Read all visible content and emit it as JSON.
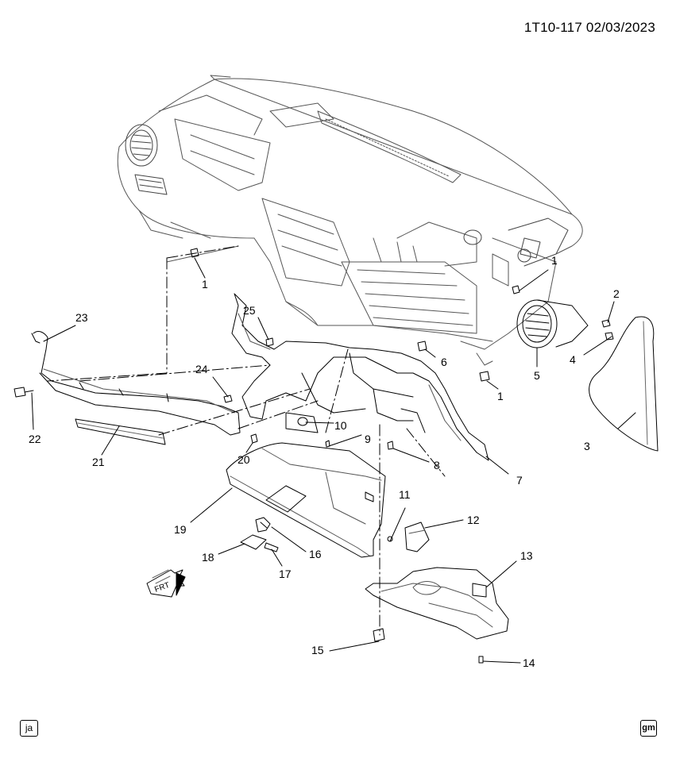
{
  "header": {
    "doc_code": "1T10-117  02/03/2023"
  },
  "callouts": {
    "c1a": "1",
    "c1b": "1",
    "c1c": "1",
    "c2": "2",
    "c3": "3",
    "c4": "4",
    "c5": "5",
    "c6": "6",
    "c7": "7",
    "c8": "8",
    "c9": "9",
    "c10": "10",
    "c11": "11",
    "c12": "12",
    "c13": "13",
    "c14": "14",
    "c15": "15",
    "c16": "16",
    "c17": "17",
    "c18": "18",
    "c19": "19",
    "c20": "20",
    "c21": "21",
    "c22": "22",
    "c23": "23",
    "c24": "24",
    "c25": "25"
  },
  "front_arrow_label": "FRT",
  "footer": {
    "locale_tag": "ja",
    "brand_tag": "gm"
  }
}
